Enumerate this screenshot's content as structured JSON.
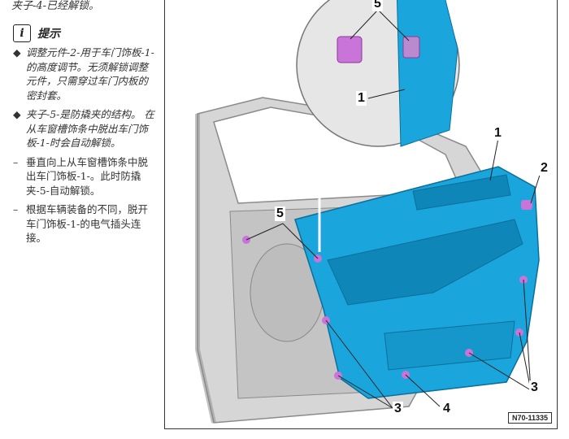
{
  "top_line": "夹子-4-已经解锁。",
  "note": {
    "icon_text": "i",
    "title": "提示"
  },
  "notes": [
    {
      "bullet": "◆",
      "text": "调整元件-2-用于车门饰板-1-的高度调节。无须解锁调整元件，只需穿过车门内板的密封套。",
      "style": "italic"
    },
    {
      "bullet": "◆",
      "text": "夹子-5-是防撬夹的结构。 在从车窗槽饰条中脱出车门饰板-1-时会自动解锁。",
      "style": "italic"
    },
    {
      "bullet": "–",
      "text": "垂直向上从车窗槽饰条中脱出车门饰板-1-。此时防撬夹-5-自动解锁。",
      "style": "plain"
    },
    {
      "bullet": "–",
      "text": "根据车辆装备的不同，脱开车门饰板-1-的电气插头连接。",
      "style": "plain"
    }
  ],
  "figure": {
    "callouts": {
      "c5_top": "5",
      "c1_top": "1",
      "c1_right": "1",
      "c2": "2",
      "c5_left": "5",
      "c3_left": "3",
      "c4": "4",
      "c3_right": "3"
    },
    "code": "N70-11335",
    "colors": {
      "panel": "#1aa6dc",
      "panel_dark": "#0f86b8",
      "clip": "#c974d8",
      "door": "#c8c8c8"
    }
  }
}
